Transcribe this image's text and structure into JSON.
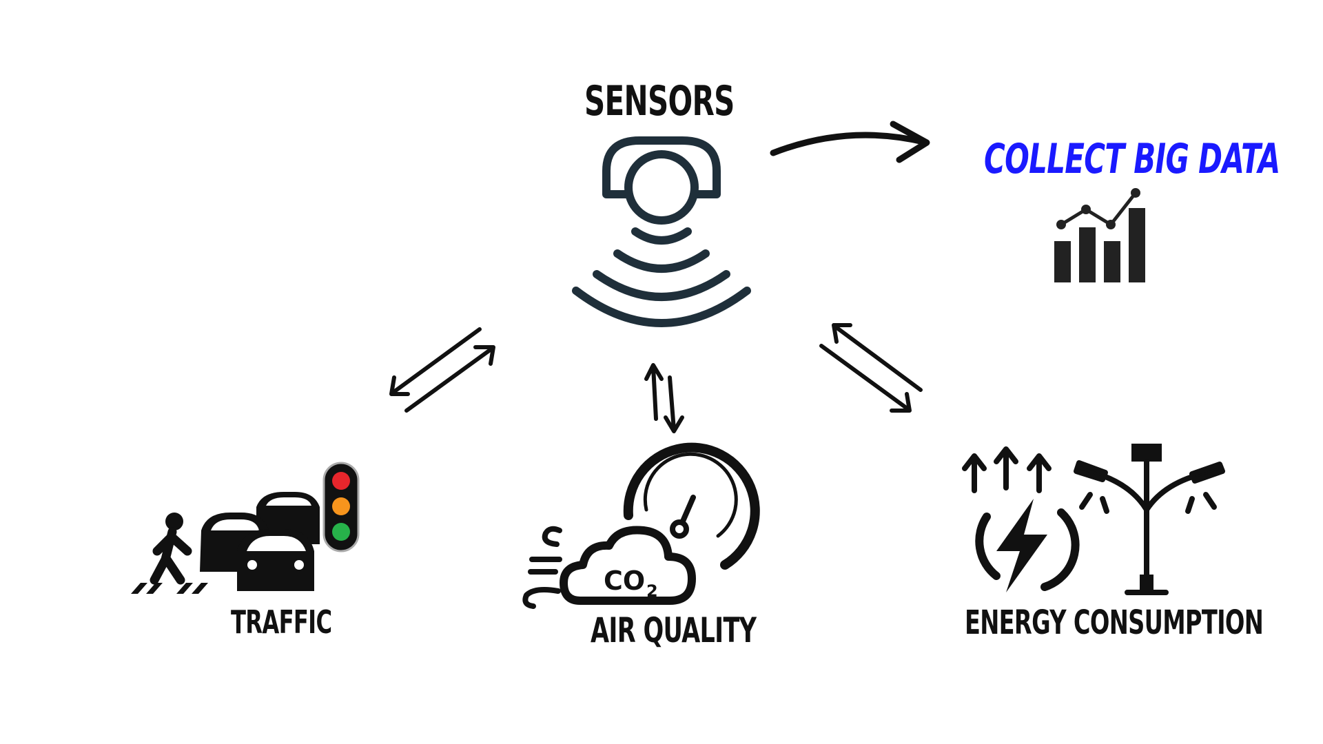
{
  "nodes": {
    "sensors": {
      "label": "SENSORS",
      "icon": "sensor-wave-icon"
    },
    "collect": {
      "label": "COLLECT BIG DATA",
      "icon": "bar-line-chart-icon"
    },
    "traffic": {
      "label": "TRAFFIC",
      "icon": "traffic-cars-icon"
    },
    "air": {
      "label": "AIR QUALITY",
      "icon": "co2-gauge-icon",
      "co2_text": "CO",
      "co2_sub": "2"
    },
    "energy": {
      "label": "ENERGY CONSUMPTION",
      "icon": "energy-streetlight-icon"
    }
  },
  "colors": {
    "text": "#111111",
    "accent_blue": "#1a1aff",
    "sensor_stroke": "#1f2f3a",
    "light_red": "#e8262c",
    "light_amber": "#f7941d",
    "light_green": "#27b24a"
  }
}
